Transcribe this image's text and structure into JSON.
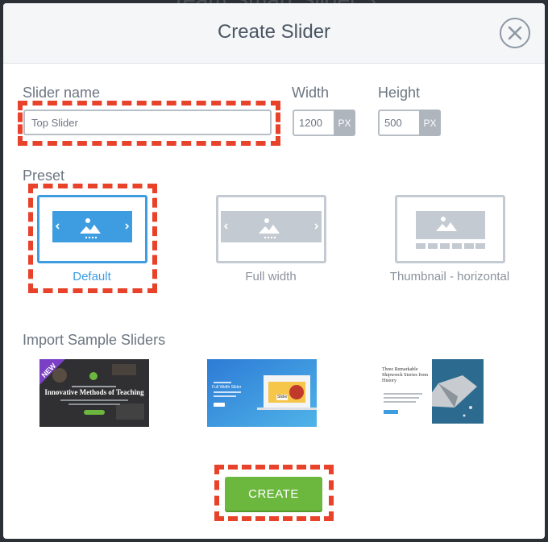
{
  "modal": {
    "title": "Create Slider",
    "close_label": "close"
  },
  "form": {
    "slider_name_label": "Slider name",
    "slider_name_value": "Top Slider",
    "width_label": "Width",
    "width_value": "1200",
    "width_unit": "PX",
    "height_label": "Height",
    "height_value": "500",
    "height_unit": "PX"
  },
  "preset": {
    "label": "Preset",
    "options": [
      {
        "label": "Default",
        "selected": true,
        "icon": "image-icon"
      },
      {
        "label": "Full width",
        "selected": false,
        "icon": "image-icon"
      },
      {
        "label": "Thumbnail - horizontal",
        "selected": false,
        "icon": "image-icon"
      }
    ]
  },
  "samples": {
    "label": "Import Sample Sliders",
    "items": [
      {
        "badge": "NEW",
        "title": "Innovative Methods of Teaching"
      },
      {
        "title": "Full Width Slider",
        "tile_text": "Slider"
      },
      {
        "title": "Three Remarkable Shipwreck Stories from History"
      }
    ]
  },
  "actions": {
    "create_label": "CREATE"
  },
  "colors": {
    "accent": "#3d9de0",
    "create": "#6cb83f",
    "highlight": "#e8422b"
  }
}
